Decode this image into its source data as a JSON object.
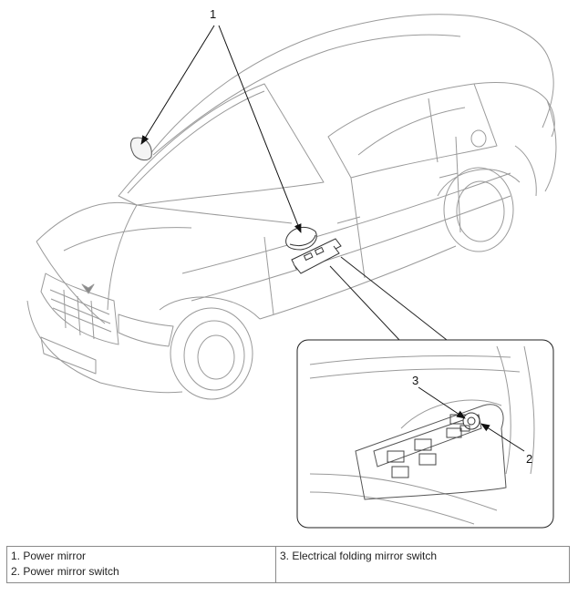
{
  "callouts": {
    "c1": "1",
    "c2": "2",
    "c3": "3"
  },
  "legend": {
    "left": [
      "1. Power mirror",
      "2. Power mirror switch"
    ],
    "right": [
      "3. Electrical folding mirror switch"
    ]
  },
  "colors": {
    "line": "#9a9a9a",
    "dark_line": "#222222",
    "border": "#8a8a8a"
  }
}
